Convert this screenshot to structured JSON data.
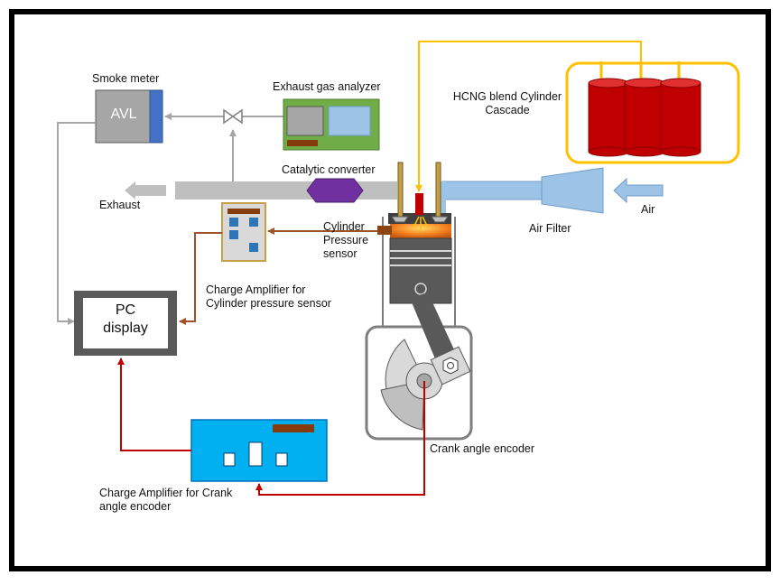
{
  "labels": {
    "smoke_meter": "Smoke meter",
    "avl": "AVL",
    "exhaust_gas_analyzer": "Exhaust gas analyzer",
    "hcng_cascade": "HCNG blend Cylinder\nCascade",
    "catalytic_converter": "Catalytic converter",
    "exhaust": "Exhaust",
    "air": "Air",
    "air_filter": "Air Filter",
    "cylinder_pressure_sensor": "Cylinder\nPressure\nsensor",
    "charge_amp_cylinder": "Charge Amplifier for\nCylinder pressure sensor",
    "pc_display": "PC\ndisplay",
    "crank_angle_encoder": "Crank angle encoder",
    "charge_amp_crank": "Charge Amplifier for Crank\nangle encoder"
  },
  "colors": {
    "frame": "#000000",
    "exhaust_pipe": "#bfbfbf",
    "intake_pipe": "#9dc3e6",
    "gas_line": "#ffc000",
    "gas_cylinder": "#c00000",
    "analyzer_body": "#70ad47",
    "smoke_meter_body": "#a6a6a6",
    "smoke_meter_accent": "#4472c4",
    "catalytic_converter": "#7030a0",
    "pressure_signal_line": "#a0522d",
    "crank_signal_line": "#c00000",
    "charge_amp_crank_body": "#00b0f0",
    "charge_amp_cyl_border": "#c5a044"
  }
}
